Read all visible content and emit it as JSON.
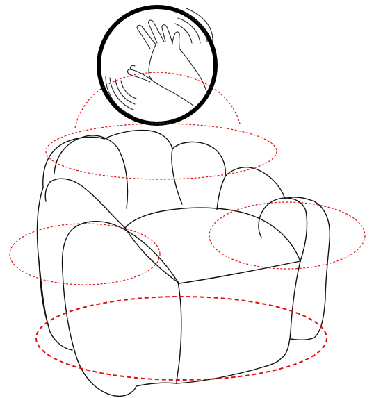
{
  "colors": {
    "zone_outline": "#e01010",
    "line_art": "#111111",
    "background": "#ffffff"
  },
  "icons": {
    "touch_badge": "hand-touch-icon"
  },
  "zones": [
    {
      "id": "backrest",
      "style": "fine-dashed"
    },
    {
      "id": "left-armrest",
      "style": "fine-dashed"
    },
    {
      "id": "right-armrest",
      "style": "fine-dashed"
    },
    {
      "id": "base",
      "style": "bold-dashed"
    }
  ]
}
